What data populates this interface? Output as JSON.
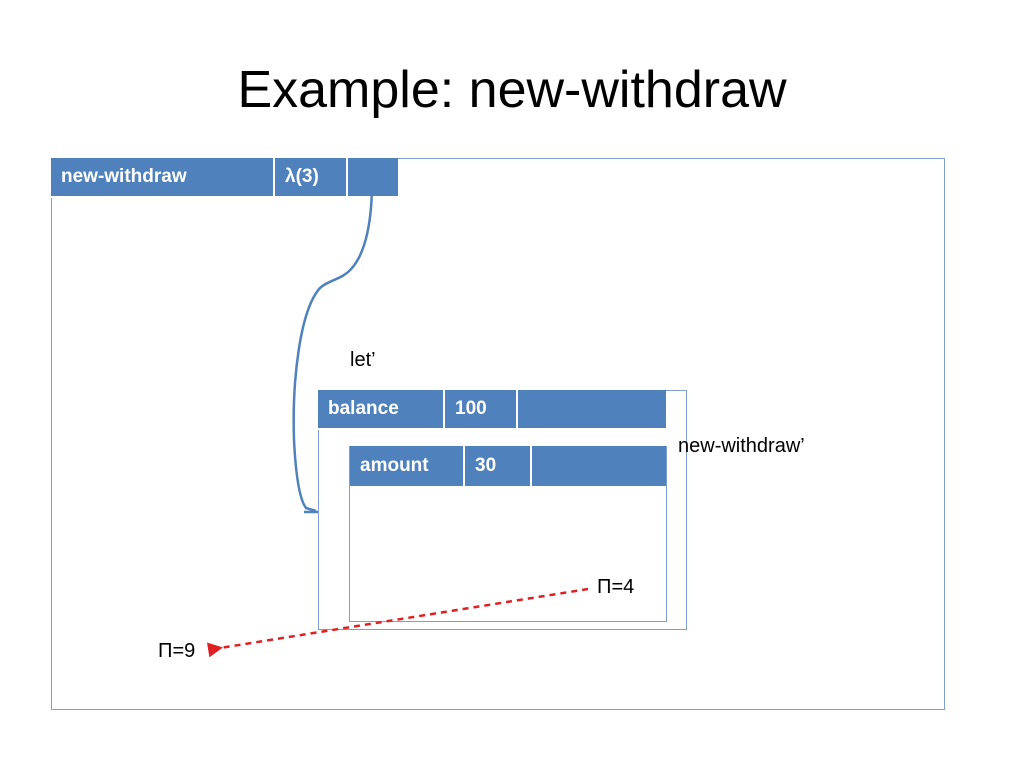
{
  "slide": {
    "title": "Example: new-withdraw"
  },
  "global_frame": {
    "binding": {
      "name": "new-withdraw",
      "value": "λ(3)",
      "pointer": ""
    }
  },
  "let_frame": {
    "label": "let’",
    "binding": {
      "name": "balance",
      "value": "100",
      "pointer": ""
    }
  },
  "inner_frame": {
    "label": "new-withdraw’",
    "binding": {
      "name": "amount",
      "value": "30",
      "pointer": ""
    }
  },
  "pointers": {
    "inner_label": "Π=4",
    "outer_label": "Π=9"
  },
  "colors": {
    "cell_fill": "#4f81bd",
    "frame_border": "#7f9fd0",
    "arrow_red": "#e02020"
  }
}
